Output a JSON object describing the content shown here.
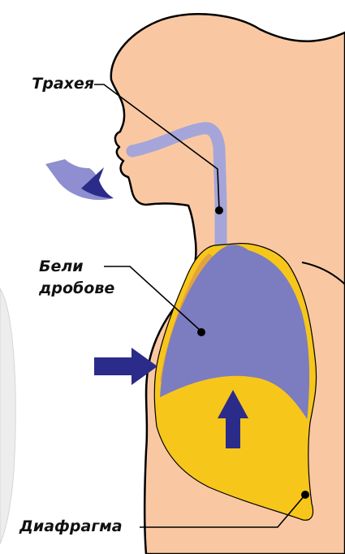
{
  "labels": {
    "trachea": "Трахея",
    "lungs_line1": "Бели",
    "lungs_line2": "дробове",
    "diaphragm": "Диафрагма"
  },
  "colors": {
    "skin": "#F9C8A3",
    "outline": "#000000",
    "lungs": "#7C7CC0",
    "airway": "#A5A5D9",
    "breath_arrow": "#8E8ED0",
    "arrow": "#2B2B8A",
    "pleura": "#F7C61B",
    "rib_orange": "#E2A23F",
    "background_shade": "#EDEDED",
    "label_text": "#111111"
  }
}
